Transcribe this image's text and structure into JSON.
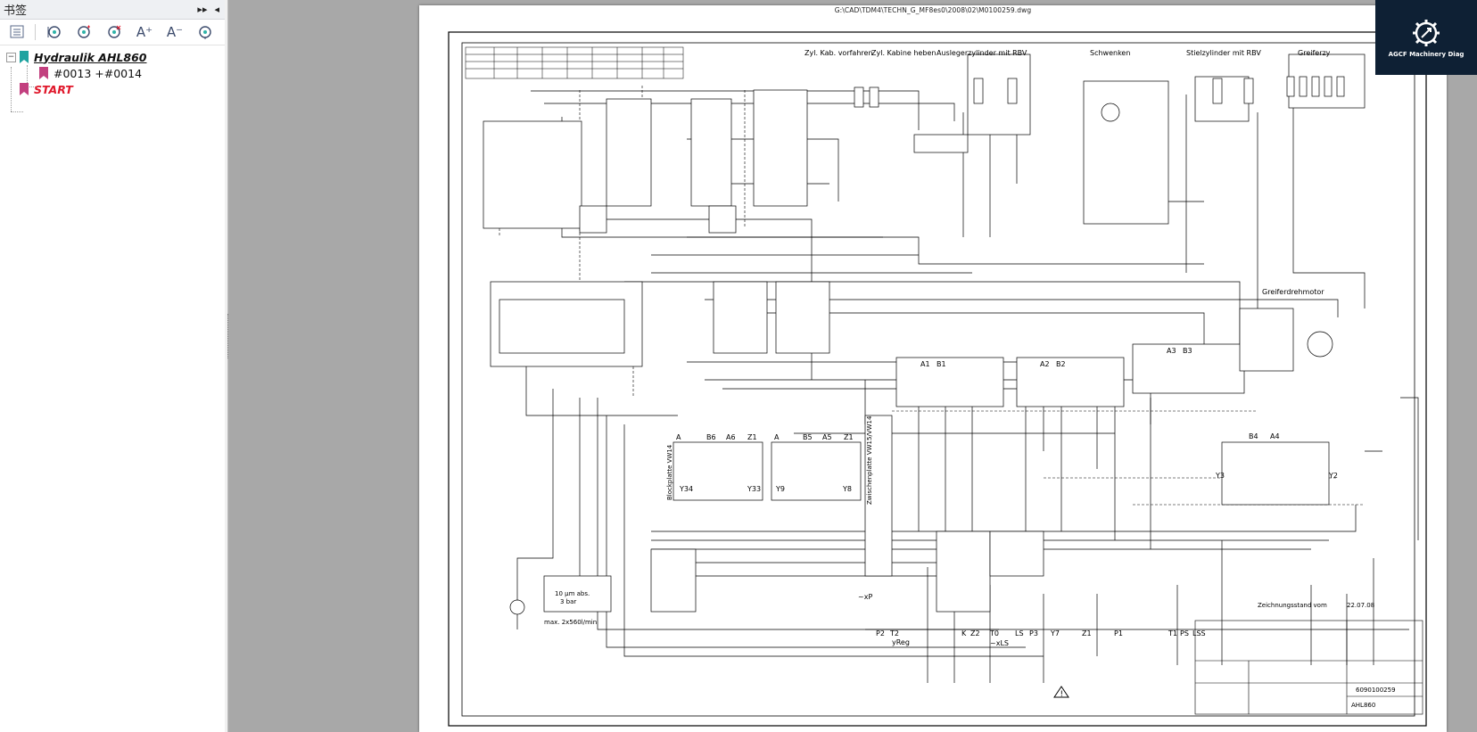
{
  "sidebar": {
    "title": "书签",
    "expand_label": "▸▸",
    "collapse_label": "◂",
    "toolbar": [
      {
        "name": "options-icon"
      },
      {
        "name": "expand-bookmark-icon"
      },
      {
        "name": "add-bookmark-icon"
      },
      {
        "name": "delete-bookmark-icon"
      },
      {
        "name": "font-larger-icon",
        "label": "A⁺"
      },
      {
        "name": "font-smaller-icon",
        "label": "A⁻"
      },
      {
        "name": "find-bookmark-icon"
      }
    ],
    "bookmarks": [
      {
        "label": "Hydraulik AHL860",
        "level": 0,
        "expanded": true
      },
      {
        "label": "#0013 +#0014",
        "level": 1
      },
      {
        "label": "START",
        "level": 0
      }
    ]
  },
  "document": {
    "path": "G:\\CAD\\TDM4\\TECHN_G_MF8es0\\2008\\02\\M0100259.dwg",
    "sections": {
      "zyl_kab_vorfahren": "Zyl. Kab. vorfahren",
      "zyl_kabine_heben": "Zyl. Kabine heben",
      "auslegerzylinder": "Auslegerzylinder mit RBV",
      "schwenken": "Schwenken",
      "stielzylinder": "Stielzylinder mit RBV",
      "greiferzylinder": "Greiferzy",
      "greiferdrehmotor": "Greiferdrehmotor",
      "zeichnungsstand": "Zeichnungsstand vom",
      "zeichnungsstand_date": "22.07.08",
      "blockplatte": "Blockplatte VW14",
      "zwischenplatte": "Zwischenplatte VW15/VW14",
      "filter_label": "10 µm abs.",
      "filter_bar": "3 bar",
      "filter_max": "max. 2x560l/min"
    },
    "ports": {
      "row1": [
        "B1",
        "A1",
        "A2",
        "B2",
        "A3",
        "B3"
      ],
      "row2": [
        "A",
        "B6",
        "A6",
        "Z1",
        "A",
        "B5",
        "A5",
        "Z1",
        "B4",
        "A4"
      ],
      "row3": [
        "Y34",
        "Y33",
        "Y9",
        "Y8",
        "Y3",
        "Y2"
      ],
      "bottom": [
        "P2",
        "T2",
        "yReg",
        "K",
        "Z2",
        "T0",
        "LS",
        "P3",
        "Y7",
        "Z1",
        "P1",
        "T1",
        "PS",
        "LSS",
        "~xP",
        "~xLS"
      ]
    },
    "title_block": {
      "model": "AHL860",
      "drawing_no": "6090100259"
    }
  },
  "logo": {
    "text": "AGCF Machinery Diag"
  },
  "colors": {
    "bookmark_red": "#e0182b",
    "bookmark_teal": "#1fa3a0",
    "bookmark_purple": "#c2407f",
    "logo_bg": "#0e2034"
  }
}
